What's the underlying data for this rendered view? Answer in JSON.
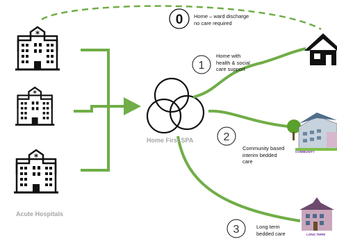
{
  "colors": {
    "connector": "#70ad47",
    "icon": "#111111",
    "label_grey": "#a6a6a6",
    "community_tag": "#7030a0"
  },
  "labels": {
    "pathway0_number": "0",
    "pathway0_text": "Home – ward discharge\nno care required",
    "pathway1_number": "1",
    "pathway1_text": "Home with\nhealth & social\ncare support",
    "pathway2_number": "2",
    "pathway2_text": "Community based\ninterim bedded\ncare",
    "pathway3_number": "3",
    "pathway3_text": "Long term\nbedded care",
    "hub_text": "Home First  SPA",
    "hospitals_text": "Acute Hospitals",
    "community_tag": "COMMUNITY",
    "longterm_tag": "LONG TERM"
  },
  "icons": [
    "hospital-icon",
    "house-icon",
    "community-building-icon",
    "long-term-care-icon",
    "venn-circles-icon",
    "arrow-right-icon"
  ]
}
